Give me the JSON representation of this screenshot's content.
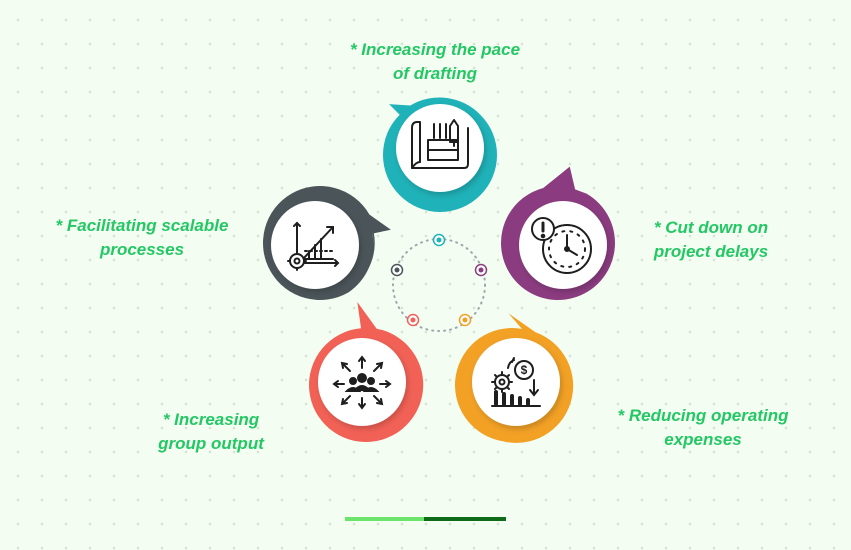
{
  "colors": {
    "label_text": "#23c864",
    "teal": "#1fb2b8",
    "purple": "#8b3c80",
    "orange": "#f2a125",
    "coral": "#f26156",
    "slate": "#4b5559",
    "progress_light": "#6ce36a",
    "progress_dark": "#0e6b17"
  },
  "items": [
    {
      "id": "drafting",
      "line1": "* Increasing the pace",
      "line2": "of drafting",
      "icon": "blueprint-icon",
      "color": "#1fb2b8"
    },
    {
      "id": "delays",
      "line1": "* Cut down on",
      "line2": "project delays",
      "icon": "clock-alert-icon",
      "color": "#8b3c80"
    },
    {
      "id": "expenses",
      "line1": "* Reducing operating",
      "line2": "expenses",
      "icon": "cost-reduction-icon",
      "color": "#f2a125"
    },
    {
      "id": "output",
      "line1": "* Increasing",
      "line2": "group output",
      "icon": "team-expansion-icon",
      "color": "#f26156"
    },
    {
      "id": "scalable",
      "line1": "* Facilitating scalable",
      "line2": "processes",
      "icon": "scalable-growth-icon",
      "color": "#4b5559"
    }
  ]
}
